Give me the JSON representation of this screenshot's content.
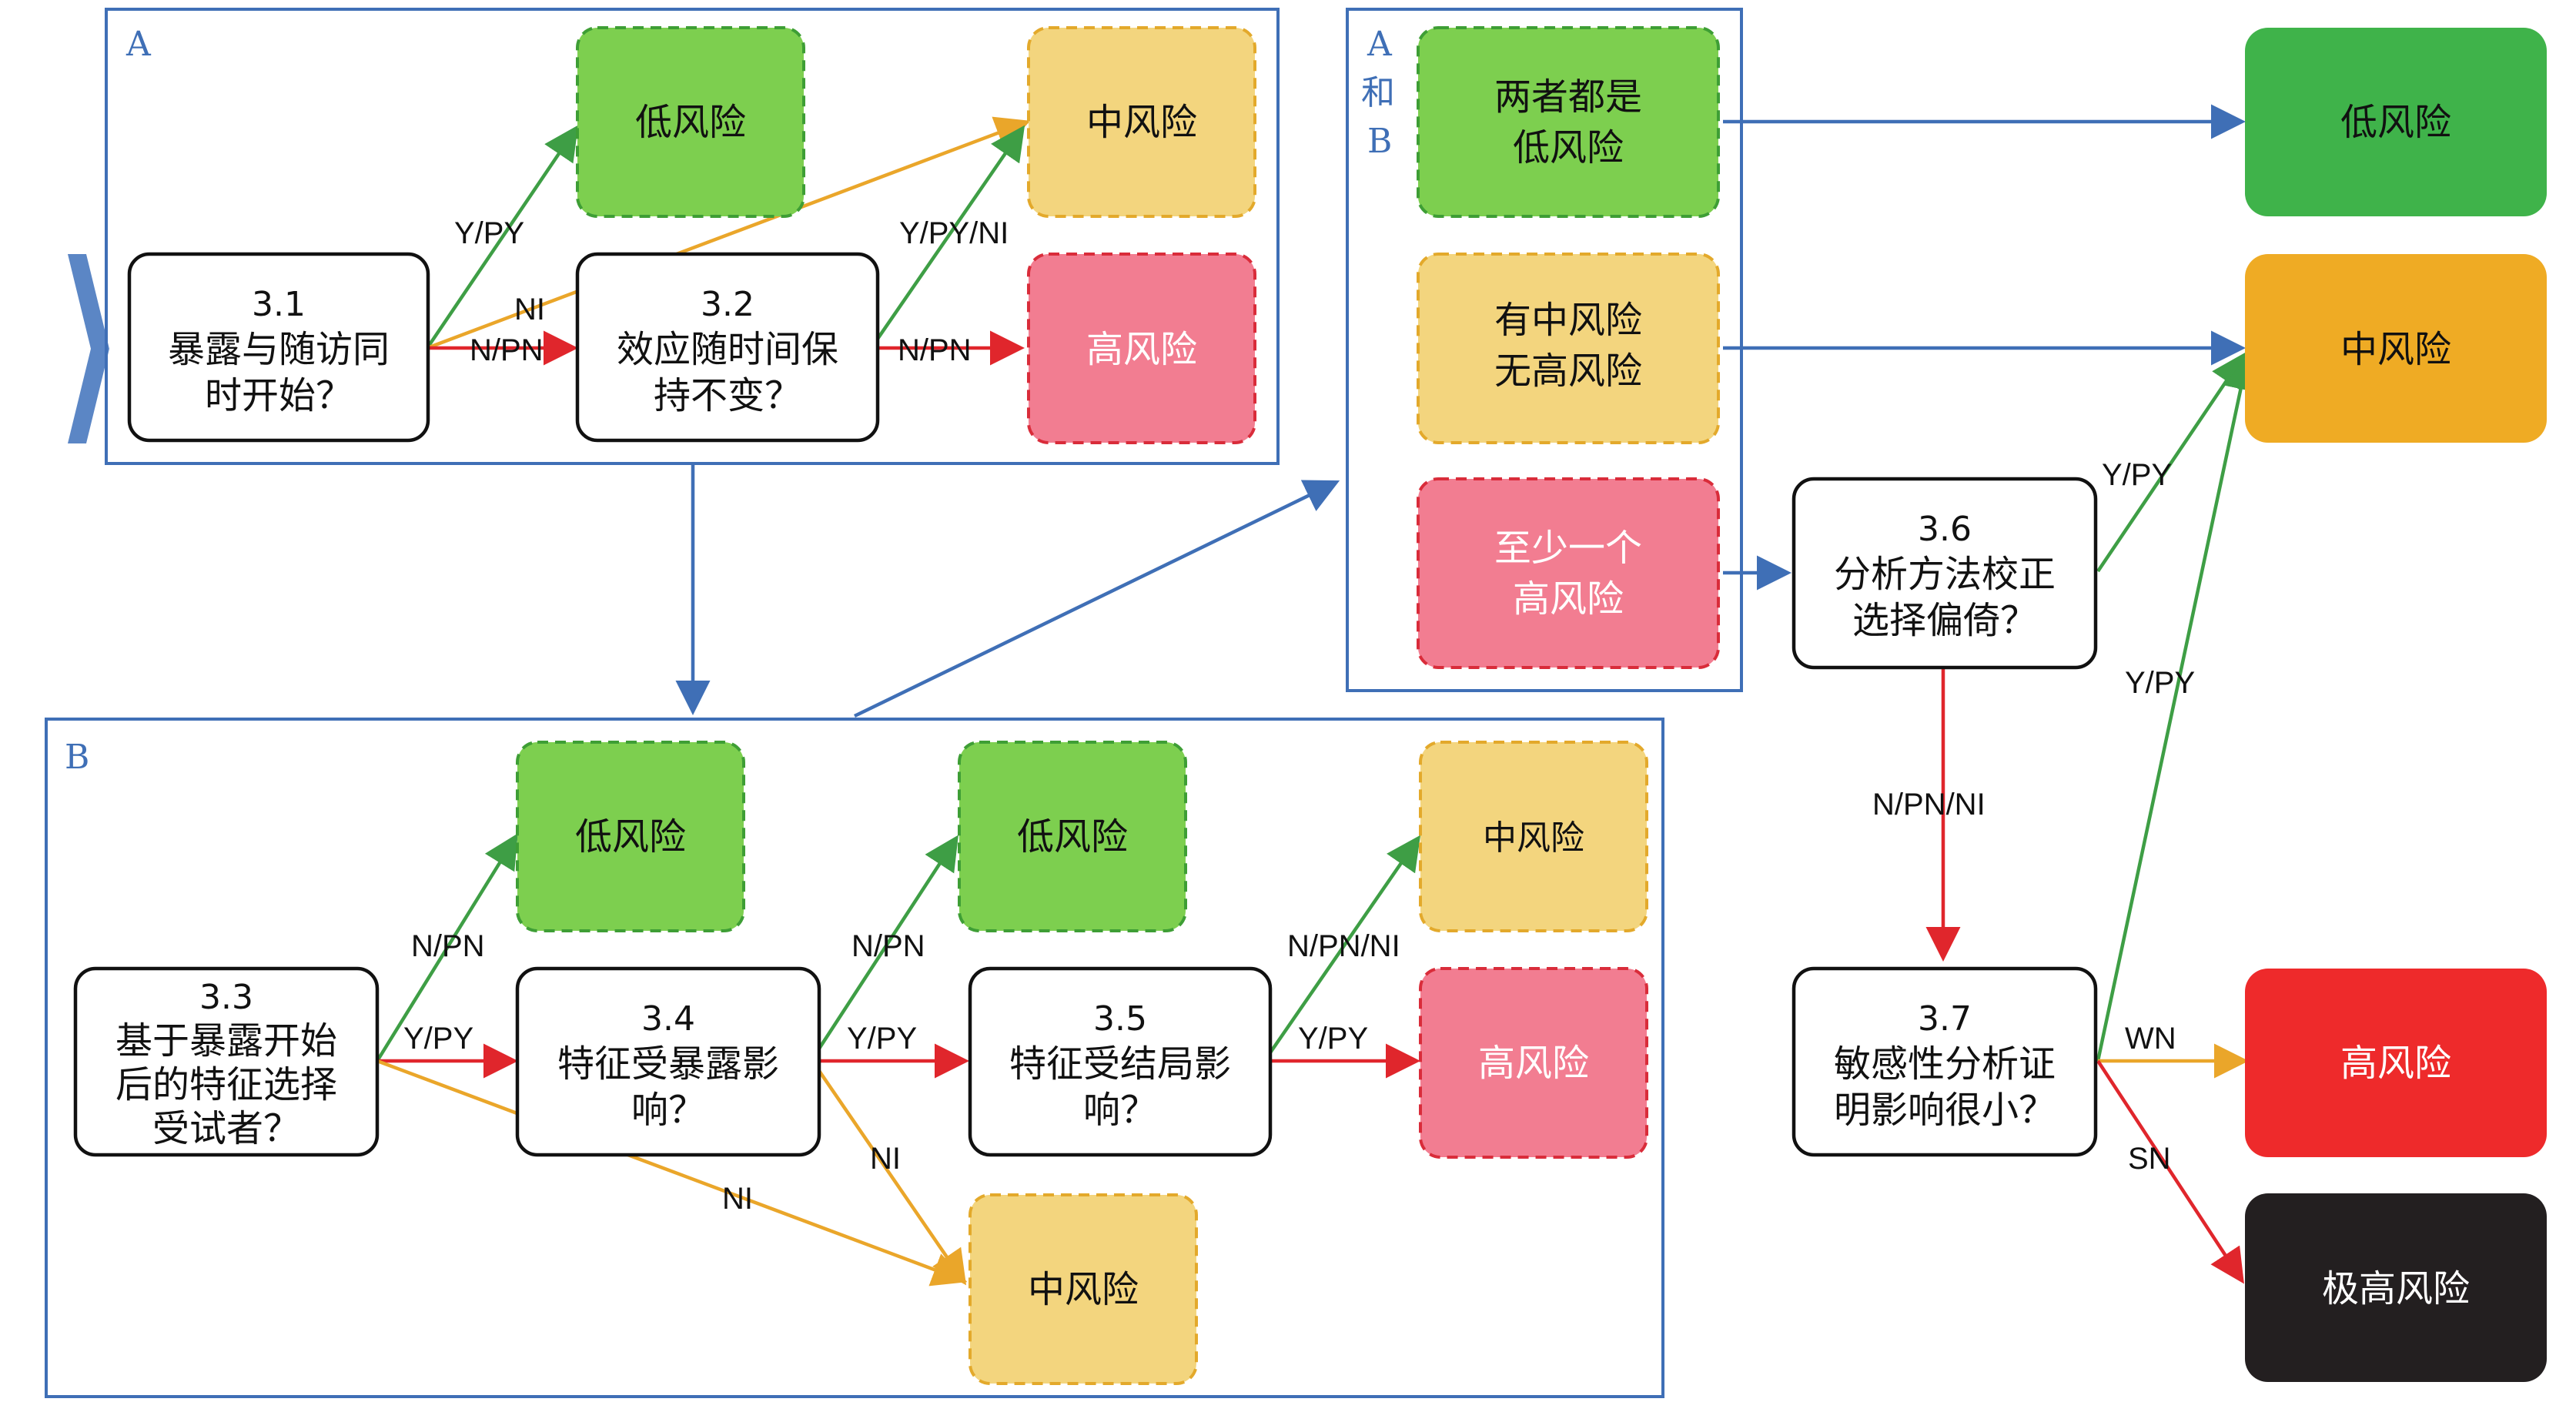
{
  "frames": {
    "a_label": "A",
    "b_label": "B",
    "ab_label": [
      "A",
      "和",
      "B"
    ]
  },
  "nodes": {
    "q31": {
      "num": "3.1",
      "lines": [
        "暴露与随访同",
        "时开始？"
      ]
    },
    "q32": {
      "num": "3.2",
      "lines": [
        "效应随时间保",
        "持不变？"
      ]
    },
    "q33": {
      "num": "3.3",
      "lines": [
        "基于暴露开始",
        "后的特征选择",
        "受试者？"
      ]
    },
    "q34": {
      "num": "3.4",
      "lines": [
        "特征受暴露影",
        "响？"
      ]
    },
    "q35": {
      "num": "3.5",
      "lines": [
        "特征受结局影",
        "响？"
      ]
    },
    "q36": {
      "num": "3.6",
      "lines": [
        "分析方法校正",
        "选择偏倚？"
      ]
    },
    "q37": {
      "num": "3.7",
      "lines": [
        "敏感性分析证",
        "明影响很小？"
      ]
    },
    "a_low": "低风险",
    "a_mid": "中风险",
    "a_high": "高风险",
    "b_low1": "低风险",
    "b_low2": "低风险",
    "b_mid_top": "中风险",
    "b_high": "高风险",
    "b_mid_bottom": "中风险",
    "ab_both_low": [
      "两者都是",
      "低风险"
    ],
    "ab_mid_no_high": [
      "有中风险",
      "无高风险"
    ],
    "ab_at_least_high": [
      "至少一个",
      "高风险"
    ],
    "final_low": "低风险",
    "final_mid": "中风险",
    "final_high": "高风险",
    "final_very_high": "极高风险"
  },
  "edge_labels": {
    "q31_low": "Y/PY",
    "q31_mid": "NI",
    "q31_q32": "N/PN",
    "q32_mid": "Y/PY/NI",
    "q32_high": "N/PN",
    "q33_low": "N/PN",
    "q33_q34": "Y/PY",
    "q33_mid": "NI",
    "q34_low": "N/PN",
    "q34_q35": "Y/PY",
    "q34_mid": "NI",
    "q35_mid": "N/PN/NI",
    "q35_high": "Y/PY",
    "q36_mid": "Y/PY",
    "q36_q37": "N/PN/NI",
    "q37_mid": "Y/PY",
    "q37_high": "WN",
    "q37_vhigh": "SN"
  },
  "colors": {
    "frame_blue": "#3f6fb6",
    "low_risk_green": "#7dcf4f",
    "medium_risk_yellow": "#f3d57e",
    "high_risk_pink": "#f27d91",
    "final_low": "#3fb34a",
    "final_medium": "#efab24",
    "final_high": "#ee2a2b",
    "final_very_high": "#231f20"
  }
}
